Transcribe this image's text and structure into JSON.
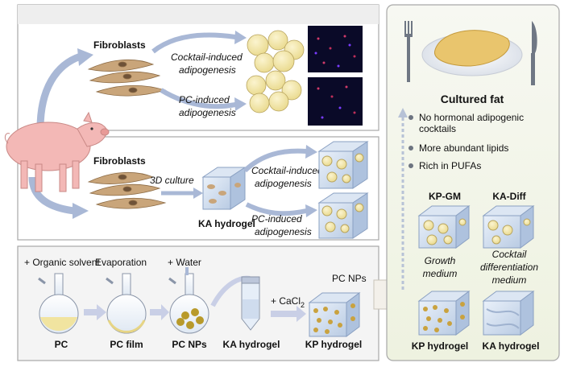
{
  "panel_top": {
    "cell_label": "Fibroblasts",
    "route_1": [
      "Cocktail-induced",
      "adipogenesis"
    ],
    "route_2": [
      "PC-induced",
      "adipogenesis"
    ]
  },
  "panel_mid": {
    "cell_label": "Fibroblasts",
    "culture_label": "3D culture",
    "hydrogel_label": "KA hydrogel",
    "route_1": [
      "Cocktail-induced",
      "adipogenesis"
    ],
    "route_2": [
      "PC-induced",
      "adipogenesis"
    ]
  },
  "panel_bottom": {
    "step_organic": "+ Organic solvent",
    "step_evaporation": "Evaporation",
    "step_water": "+ Water",
    "step_cacl": "+ CaCl",
    "step_cacl_sub": "2",
    "flask_labels": [
      "PC",
      "PC film",
      "PC NPs"
    ],
    "tube_label": "KA hydrogel",
    "kp_label": "KP hydrogel",
    "np_label": "PC NPs"
  },
  "panel_right": {
    "title": "Cultured fat",
    "bullets": [
      "No hormonal adipogenic cocktails",
      "More abundant lipids",
      "Rich in PUFAs"
    ],
    "cube_top_left": "KP-GM",
    "cube_top_right": "KA-Diff",
    "medium_left": [
      "Growth",
      "medium"
    ],
    "medium_right": [
      "Cocktail",
      "differentiation",
      "medium"
    ],
    "cube_bottom_left": "KP hydrogel",
    "cube_bottom_right": "KA hydrogel"
  },
  "colors": {
    "arrow": "#a9b8d6",
    "panel_border": "#a8a8a8",
    "panel_right_bg": "#f1f4e8",
    "fat": "#f3e6a6",
    "np": "#b89a2b",
    "cell": "#c9a57a"
  }
}
